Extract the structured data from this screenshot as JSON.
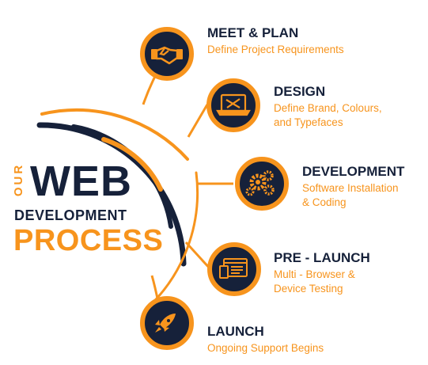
{
  "title": {
    "our": "OUR",
    "web": "WEB",
    "development": "DEVELOPMENT",
    "process": "PROCESS"
  },
  "colors": {
    "orange": "#f7941d",
    "navy": "#16213a",
    "white": "#ffffff"
  },
  "steps": [
    {
      "title": "MEET & PLAN",
      "desc_line1": "Define Project Requirements",
      "desc_line2": "",
      "icon": "handshake-icon"
    },
    {
      "title": "DESIGN",
      "desc_line1": "Define Brand, Colours,",
      "desc_line2": "and Typefaces",
      "icon": "design-laptop-icon"
    },
    {
      "title": "DEVELOPMENT",
      "desc_line1": "Software Installation",
      "desc_line2": "& Coding",
      "icon": "gears-icon"
    },
    {
      "title": "PRE - LAUNCH",
      "desc_line1": "Multi - Browser &",
      "desc_line2": "Device Testing",
      "icon": "browser-testing-icon"
    },
    {
      "title": "LAUNCH",
      "desc_line1": "Ongoing Support Begins",
      "desc_line2": "",
      "icon": "rocket-icon"
    }
  ]
}
